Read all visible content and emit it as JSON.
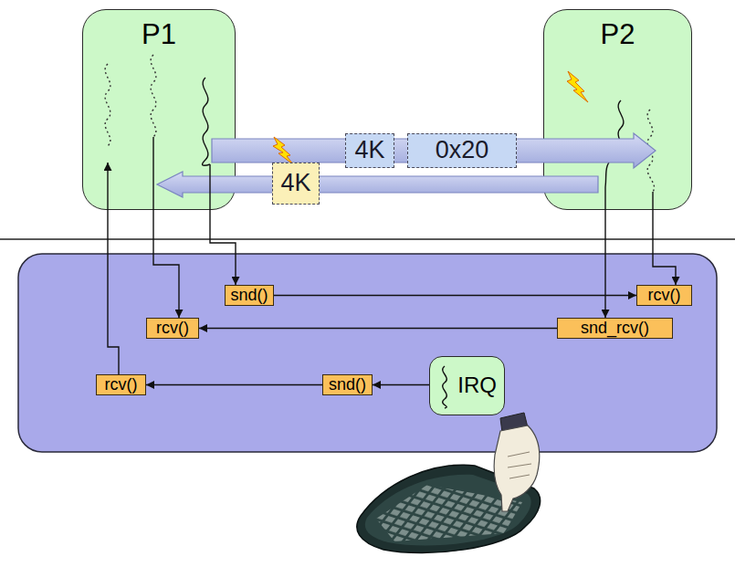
{
  "diagram": {
    "nodes": [
      {
        "text": [
          "P1"
        ]
      },
      {
        "text": [
          "P2"
        ]
      },
      {
        "text": [
          "4K"
        ]
      },
      {
        "text": [
          "0x20"
        ]
      },
      {
        "text": [
          "4K"
        ]
      },
      {
        "text": [
          "snd()"
        ]
      },
      {
        "text": [
          "rcv()"
        ]
      },
      {
        "text": [
          "rcv()"
        ]
      },
      {
        "text": [
          "snd_rcv()"
        ]
      },
      {
        "text": [
          "rcv()"
        ]
      },
      {
        "text": [
          "snd()"
        ]
      },
      {
        "text": [
          "IRQ"
        ]
      }
    ],
    "edges": [
      {
        "from": 0,
        "to": 1,
        "arrow": "to"
      },
      {
        "from": 1,
        "to": 0,
        "arrow": "to"
      },
      {
        "from": 0,
        "to": 5,
        "arrow": "to"
      },
      {
        "from": 0,
        "to": 7,
        "arrow": "to"
      },
      {
        "from": 9,
        "to": 0,
        "arrow": "to"
      },
      {
        "from": 1,
        "to": 6,
        "arrow": "to"
      },
      {
        "from": 1,
        "to": 8,
        "arrow": "to"
      },
      {
        "from": 5,
        "to": 6,
        "arrow": "to"
      },
      {
        "from": 8,
        "to": 7,
        "arrow": "to"
      },
      {
        "from": 10,
        "to": 9,
        "arrow": "to"
      },
      {
        "from": 11,
        "to": 10,
        "arrow": "to"
      }
    ]
  }
}
